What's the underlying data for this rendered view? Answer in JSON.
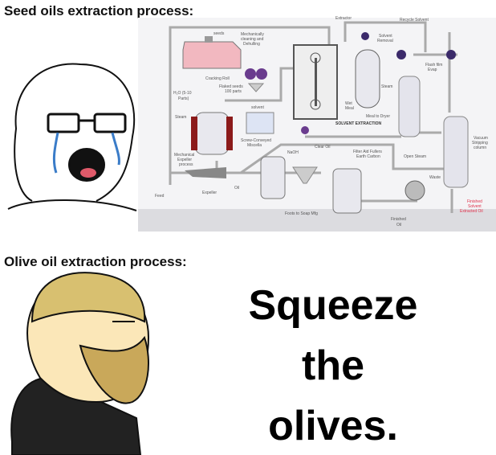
{
  "top_title": "Seed oils extraction process:",
  "bottom_title": "Olive oil extraction process:",
  "punchline": [
    "Squeeze",
    "the",
    "olives."
  ],
  "diagram_labels": {
    "extractor": "Extractor",
    "recycle_solvent": "Recycle Solvent",
    "seeds": "seeds",
    "cleaning": [
      "Mechanically",
      "cleaning and",
      "Dehulling"
    ],
    "solvent_removal": [
      "Solvent",
      "Removal"
    ],
    "flash_film": [
      "Flash film",
      "Evap"
    ],
    "cracking_roll": "Cracking Roll",
    "flaked_seeds": [
      "Flaked seeds",
      "100 parts"
    ],
    "h2o": [
      "H₂O (5-10",
      "Parts)"
    ],
    "steam1": "Steam",
    "steam2": "Steam",
    "solvent": "solvent",
    "wet_meal": [
      "Wet",
      "Meal"
    ],
    "meal_dryer": "Meal to Dryer",
    "solvent_extraction": "SOLVENT EXTRACTION",
    "miscella": [
      "Screw-Conveyed",
      "Miscella"
    ],
    "clear_oil": "Clear Oil",
    "naoh": "NaOH",
    "filter_aid": [
      "Filter Aid Fullers",
      "Earth Carbon"
    ],
    "open_steam": "Open Steam",
    "vacuum": [
      "Vacuum",
      "Stripping",
      "column"
    ],
    "expeller_process": [
      "Mechanical",
      "Expeller",
      "process"
    ],
    "waste": "Waste",
    "feed": "Feed",
    "expeller": "Expeller",
    "oil": "Oil",
    "foots": "Foots to Soap Mfg",
    "finished_oil": [
      "Finished",
      "Oil"
    ],
    "finished_solvent": [
      "Finished",
      "Solvent",
      "Extracted Oil"
    ]
  },
  "colors": {
    "accent_red": "#e0304a",
    "tank": "#e8e8ee",
    "pink": "#f2b8c0",
    "valve": "#4a2c6e"
  }
}
